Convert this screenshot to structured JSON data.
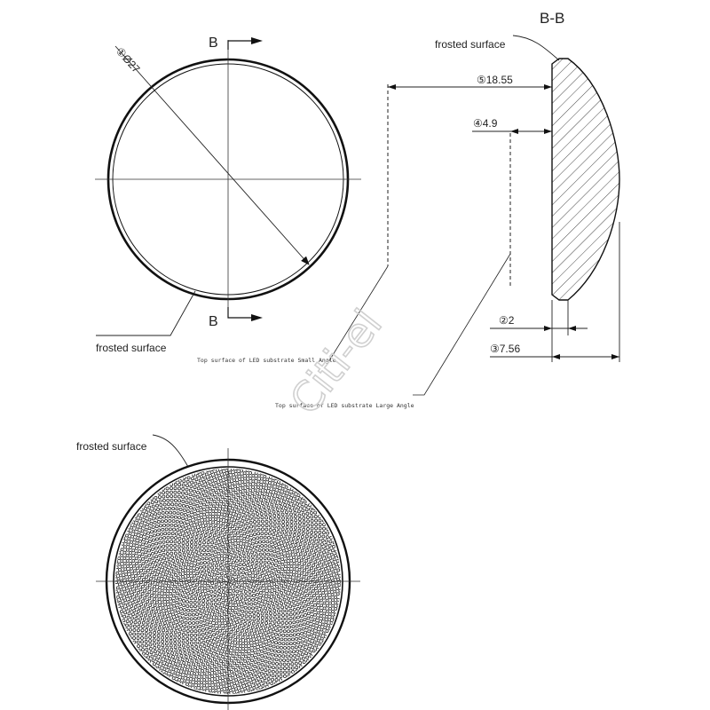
{
  "section_view": {
    "title": "B-B",
    "frosted_label": "frosted surface",
    "dimensions": {
      "d5": "⑤18.55",
      "d4": "④4.9",
      "d2": "②2",
      "d3": "③7.56"
    }
  },
  "front_view": {
    "section_marker_top": "B",
    "section_marker_bottom": "B",
    "diameter_label": "①Ø27",
    "frosted_label": "frosted surface"
  },
  "annotations": {
    "small_angle": "Top surface of LED substrate  Small Angle",
    "large_angle": "Top surface of LED substrate  Large Angle"
  },
  "pattern_view": {
    "frosted_label": "frosted surface"
  },
  "watermark": "Citi-el",
  "colors": {
    "line": "#111111",
    "hatch": "#333333",
    "watermark": "#d9d9d9"
  }
}
